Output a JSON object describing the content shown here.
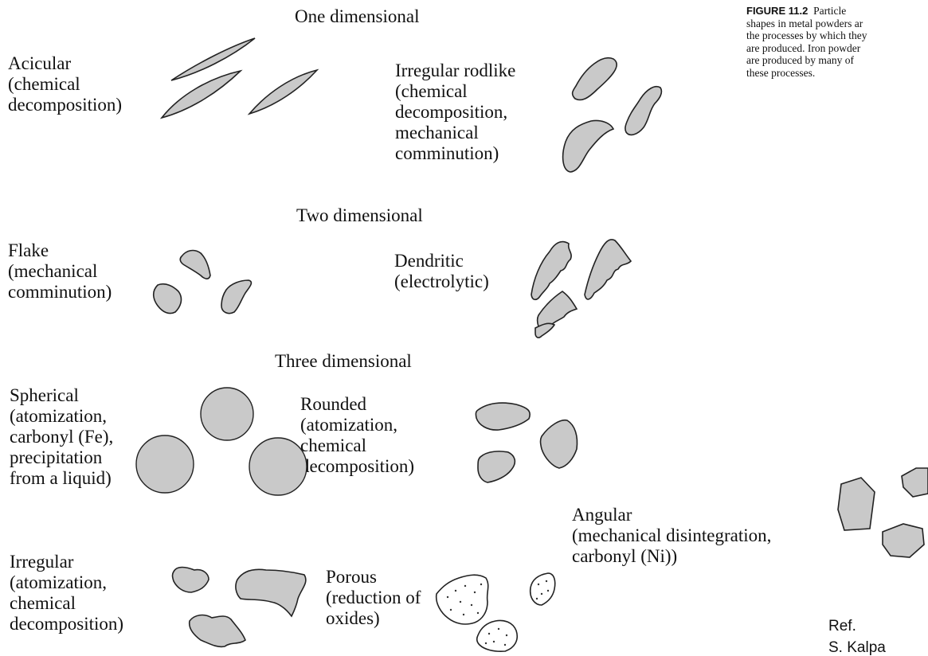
{
  "headings": {
    "one_dimensional": "One dimensional",
    "two_dimensional": "Two dimensional",
    "three_dimensional": "Three dimensional"
  },
  "labels": {
    "acicular": "Acicular\n(chemical\ndecomposition)",
    "irregular_rodlike": "Irregular rodlike\n(chemical\ndecomposition,\nmechanical\ncomminution)",
    "flake": "Flake\n(mechanical\ncomminution)",
    "dendritic": "Dendritic\n(electrolytic)",
    "spherical": "Spherical\n(atomization,\ncarbonyl (Fe),\nprecipitation\nfrom a liquid)",
    "rounded": "Rounded\n(atomization,\nchemical\ndecomposition)",
    "angular": "Angular\n(mechanical disintegration,\ncarbonyl (Ni))",
    "irregular": "Irregular\n(atomization,\nchemical\ndecomposition)",
    "porous": "Porous\n(reduction of\noxides)"
  },
  "caption": {
    "figure_label": "FIGURE 11.2",
    "text": "  Particle\nshapes in metal powders ar\nthe processes by which they\nare produced. Iron powder\nare produced by many of\nthese processes."
  },
  "reference": {
    "line1": "Ref.",
    "line2": "S. Kalpa"
  }
}
